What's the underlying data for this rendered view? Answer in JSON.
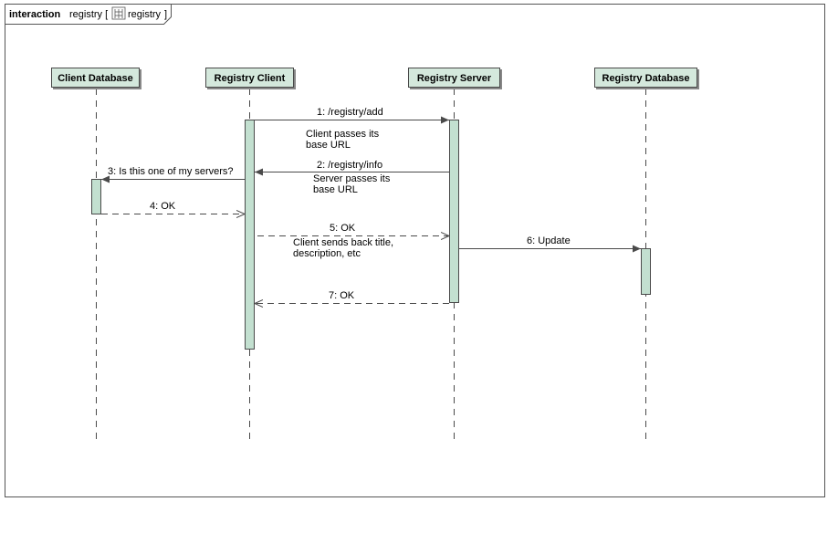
{
  "frame": {
    "keyword": "interaction",
    "name_prefix": "registry [",
    "diagram_name": "registry",
    "name_suffix": "]",
    "icon": "interaction-diagram-icon"
  },
  "lifelines": [
    {
      "id": "client-database",
      "name": "Client Database"
    },
    {
      "id": "registry-client",
      "name": "Registry Client"
    },
    {
      "id": "registry-server",
      "name": "Registry Server"
    },
    {
      "id": "registry-database",
      "name": "Registry Database"
    }
  ],
  "messages": [
    {
      "label": "1:  /registry/add",
      "from": "registry-client",
      "to": "registry-server",
      "kind": "sync"
    },
    {
      "label": "2:  /registry/info",
      "from": "registry-server",
      "to": "registry-client",
      "kind": "sync"
    },
    {
      "label": "3: Is this one of my servers?",
      "from": "registry-client",
      "to": "client-database",
      "kind": "sync"
    },
    {
      "label": "4: OK",
      "from": "client-database",
      "to": "registry-client",
      "kind": "reply"
    },
    {
      "label": "5: OK",
      "from": "registry-client",
      "to": "registry-server",
      "kind": "reply"
    },
    {
      "label": "6: Update",
      "from": "registry-server",
      "to": "registry-database",
      "kind": "sync"
    },
    {
      "label": "7: OK",
      "from": "registry-server",
      "to": "registry-client",
      "kind": "reply"
    }
  ],
  "notes": [
    {
      "lines": [
        "Client passes its",
        "base URL"
      ]
    },
    {
      "lines": [
        "Server passes its",
        "base URL"
      ]
    },
    {
      "lines": [
        "Client sends back title,",
        "description, etc"
      ]
    }
  ],
  "colors": {
    "head_fill": "#d4e8dc",
    "activation_fill": "#c3e0d0",
    "line": "#4a4a4a",
    "frame": "#555555",
    "text": "#000000"
  }
}
